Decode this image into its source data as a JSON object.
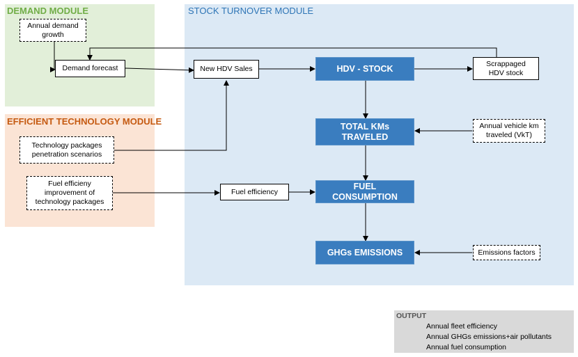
{
  "modules": {
    "demand": {
      "title": "DEMAND MODULE",
      "bg": "#e2efd9",
      "title_color": "#70ad47"
    },
    "efficient": {
      "title": "EFFICIENT TECHNOLOGY MODULE",
      "bg": "#fbe4d5",
      "title_color": "#c55a11"
    },
    "stock": {
      "title": "STOCK TURNOVER MODULE",
      "bg": "#dce9f5",
      "title_color": "#2e75b6"
    },
    "output": {
      "title": "OUTPUT",
      "bg": "#d9d9d9"
    }
  },
  "nodes": {
    "annual_demand_growth": "Annual demand\ngrowth",
    "demand_forecast": "Demand forecast",
    "tech_packages_scenarios": "Technology packages\npenetration scenarios",
    "fuel_efficiency_improvement": "Fuel efficieny\nimprovement of\ntechnology packages",
    "new_hdv_sales": "New HDV Sales",
    "hdv_stock": "HDV - STOCK",
    "scrapped_hdv_stock": "Scrappaged\nHDV stock",
    "total_kms_traveled": "TOTAL KMs\nTRAVELED",
    "annual_vkt": "Annual vehicle km\ntraveled (VkT)",
    "fuel_efficiency": "Fuel efficiency",
    "fuel_consumption": "FUEL\nCONSUMPTION",
    "ghg_emissions": "GHGs EMISSIONS",
    "emissions_factors": "Emissions factors"
  },
  "output": {
    "items": [
      "Annual fleet efficiency",
      "Annual GHGs emissions+air pollutants",
      "Annual fuel consumption"
    ]
  },
  "colors": {
    "process_box": "#3a7dbf",
    "arrow": "#000000"
  }
}
